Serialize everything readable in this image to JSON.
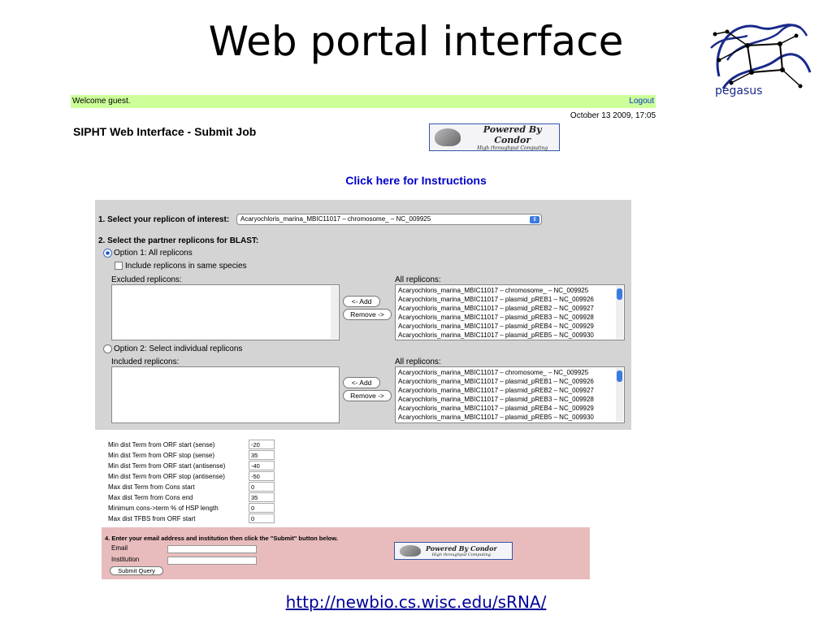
{
  "slide": {
    "title": "Web portal interface",
    "logo_text": "pegasus",
    "url": "http://newbio.cs.wisc.edu/sRNA/"
  },
  "header": {
    "welcome": "Welcome guest.",
    "logout": "Logout",
    "date": "October 13 2009, 17:05",
    "page_title": "SIPHT Web Interface - Submit Job",
    "badge_line1": "Powered By Condor",
    "badge_line2": "High throughput Computing",
    "instructions_link": "Click here for Instructions"
  },
  "form": {
    "step1_label": "1. Select your replicon of interest:",
    "step1_value": "Acaryochloris_marina_MBIC11017 – chromosome_ – NC_009925",
    "step2_label": "2. Select the partner replicons for BLAST:",
    "option1_label": "Option 1: All replicons",
    "include_same_species": "Include replicons in same species",
    "excluded_label": "Excluded replicons:",
    "all_label_1": "All replicons:",
    "add_button": "<- Add",
    "remove_button": "Remove ->",
    "option2_label": "Option 2: Select individual replicons",
    "included_label": "Included replicons:",
    "all_label_2": "All replicons:",
    "replicons": [
      "Acaryochloris_marina_MBIC11017 – chromosome_ – NC_009925",
      "Acaryochloris_marina_MBIC11017 – plasmid_pREB1 – NC_009926",
      "Acaryochloris_marina_MBIC11017 – plasmid_pREB2 – NC_009927",
      "Acaryochloris_marina_MBIC11017 – plasmid_pREB3 – NC_009928",
      "Acaryochloris_marina_MBIC11017 – plasmid_pREB4 – NC_009929",
      "Acaryochloris_marina_MBIC11017 – plasmid_pREB5 – NC_009930"
    ],
    "params": [
      {
        "label": "Min dist Term from ORF start (sense)",
        "value": "-20"
      },
      {
        "label": "Min dist Term from ORF stop (sense)",
        "value": "35"
      },
      {
        "label": "Min dist Term from ORF start (antisense)",
        "value": "-40"
      },
      {
        "label": "Min dist Term from ORF stop (antisense)",
        "value": "-50"
      },
      {
        "label": "Max dist Term from Cons start",
        "value": "0"
      },
      {
        "label": "Max dist Term from Cons end",
        "value": "35"
      },
      {
        "label": "Minimum cons->term % of HSP length",
        "value": "0"
      },
      {
        "label": "Max dist TFBS from ORF start",
        "value": "0"
      }
    ],
    "step4_label": "4. Enter your email address and institution then click the \"Submit\" button below.",
    "email_label": "Email",
    "institution_label": "Institution",
    "submit_button": "Submit Query"
  }
}
